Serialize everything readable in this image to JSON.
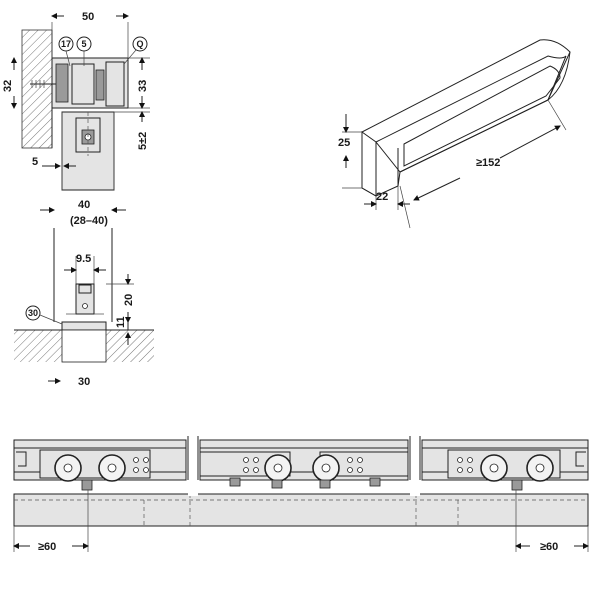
{
  "section_view": {
    "dim_width": "50",
    "dim_height_left": "32",
    "dim_height_right": "33",
    "dim_gap": "5±2",
    "dim_offset": "5",
    "callouts": [
      "17",
      "5",
      "Q"
    ]
  },
  "track_view": {
    "dim_width": "40",
    "dim_width_range": "(28–40)",
    "dim_inner": "9.5",
    "dim_height": "20",
    "dim_base": "11",
    "dim_bottom": "30",
    "callout": "30"
  },
  "handle_view": {
    "dim_height": "25",
    "dim_depth": "22",
    "dim_length": "≥152"
  },
  "bottom_view": {
    "dim_left": "≥60",
    "dim_right": "≥60"
  }
}
